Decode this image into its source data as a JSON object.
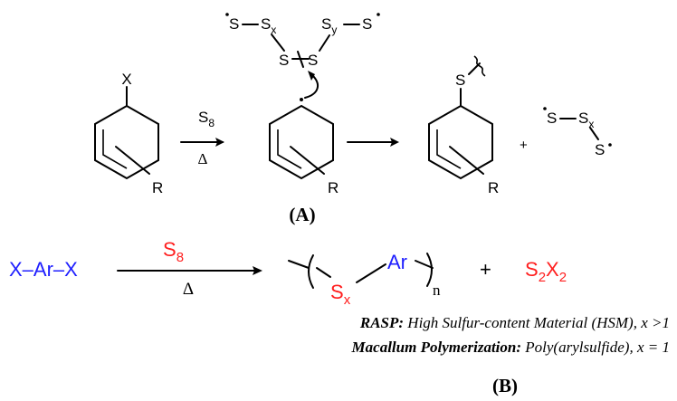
{
  "scheme_a": {
    "substituent_x": "X",
    "substituent_r": "R",
    "reagent": "S",
    "reagent_sub": "8",
    "condition": "Δ",
    "sulfur": "S",
    "chain_sub_x": "x",
    "chain_sub_y": "y",
    "panel_label": "(A)"
  },
  "scheme_b": {
    "monomer": "X–Ar–X",
    "reagent": "S",
    "reagent_sub": "8",
    "condition": "Δ",
    "ar": "Ar",
    "sx": "S",
    "sx_sub": "x",
    "n": "n",
    "plus": "+",
    "byproduct_s": "S",
    "byproduct_s_sub": "2",
    "byproduct_x": "X",
    "byproduct_x_sub": "2",
    "note1_bold": "RASP:",
    "note1_rest": " High Sulfur-content Material (HSM), x >1",
    "note2_bold": "Macallum Polymerization:",
    "note2_rest": " Poly(arylsulfide), x = 1",
    "panel_label": "(B)"
  },
  "colors": {
    "blue": "#1f1fff",
    "red": "#ff1f1f",
    "black": "#000000"
  }
}
